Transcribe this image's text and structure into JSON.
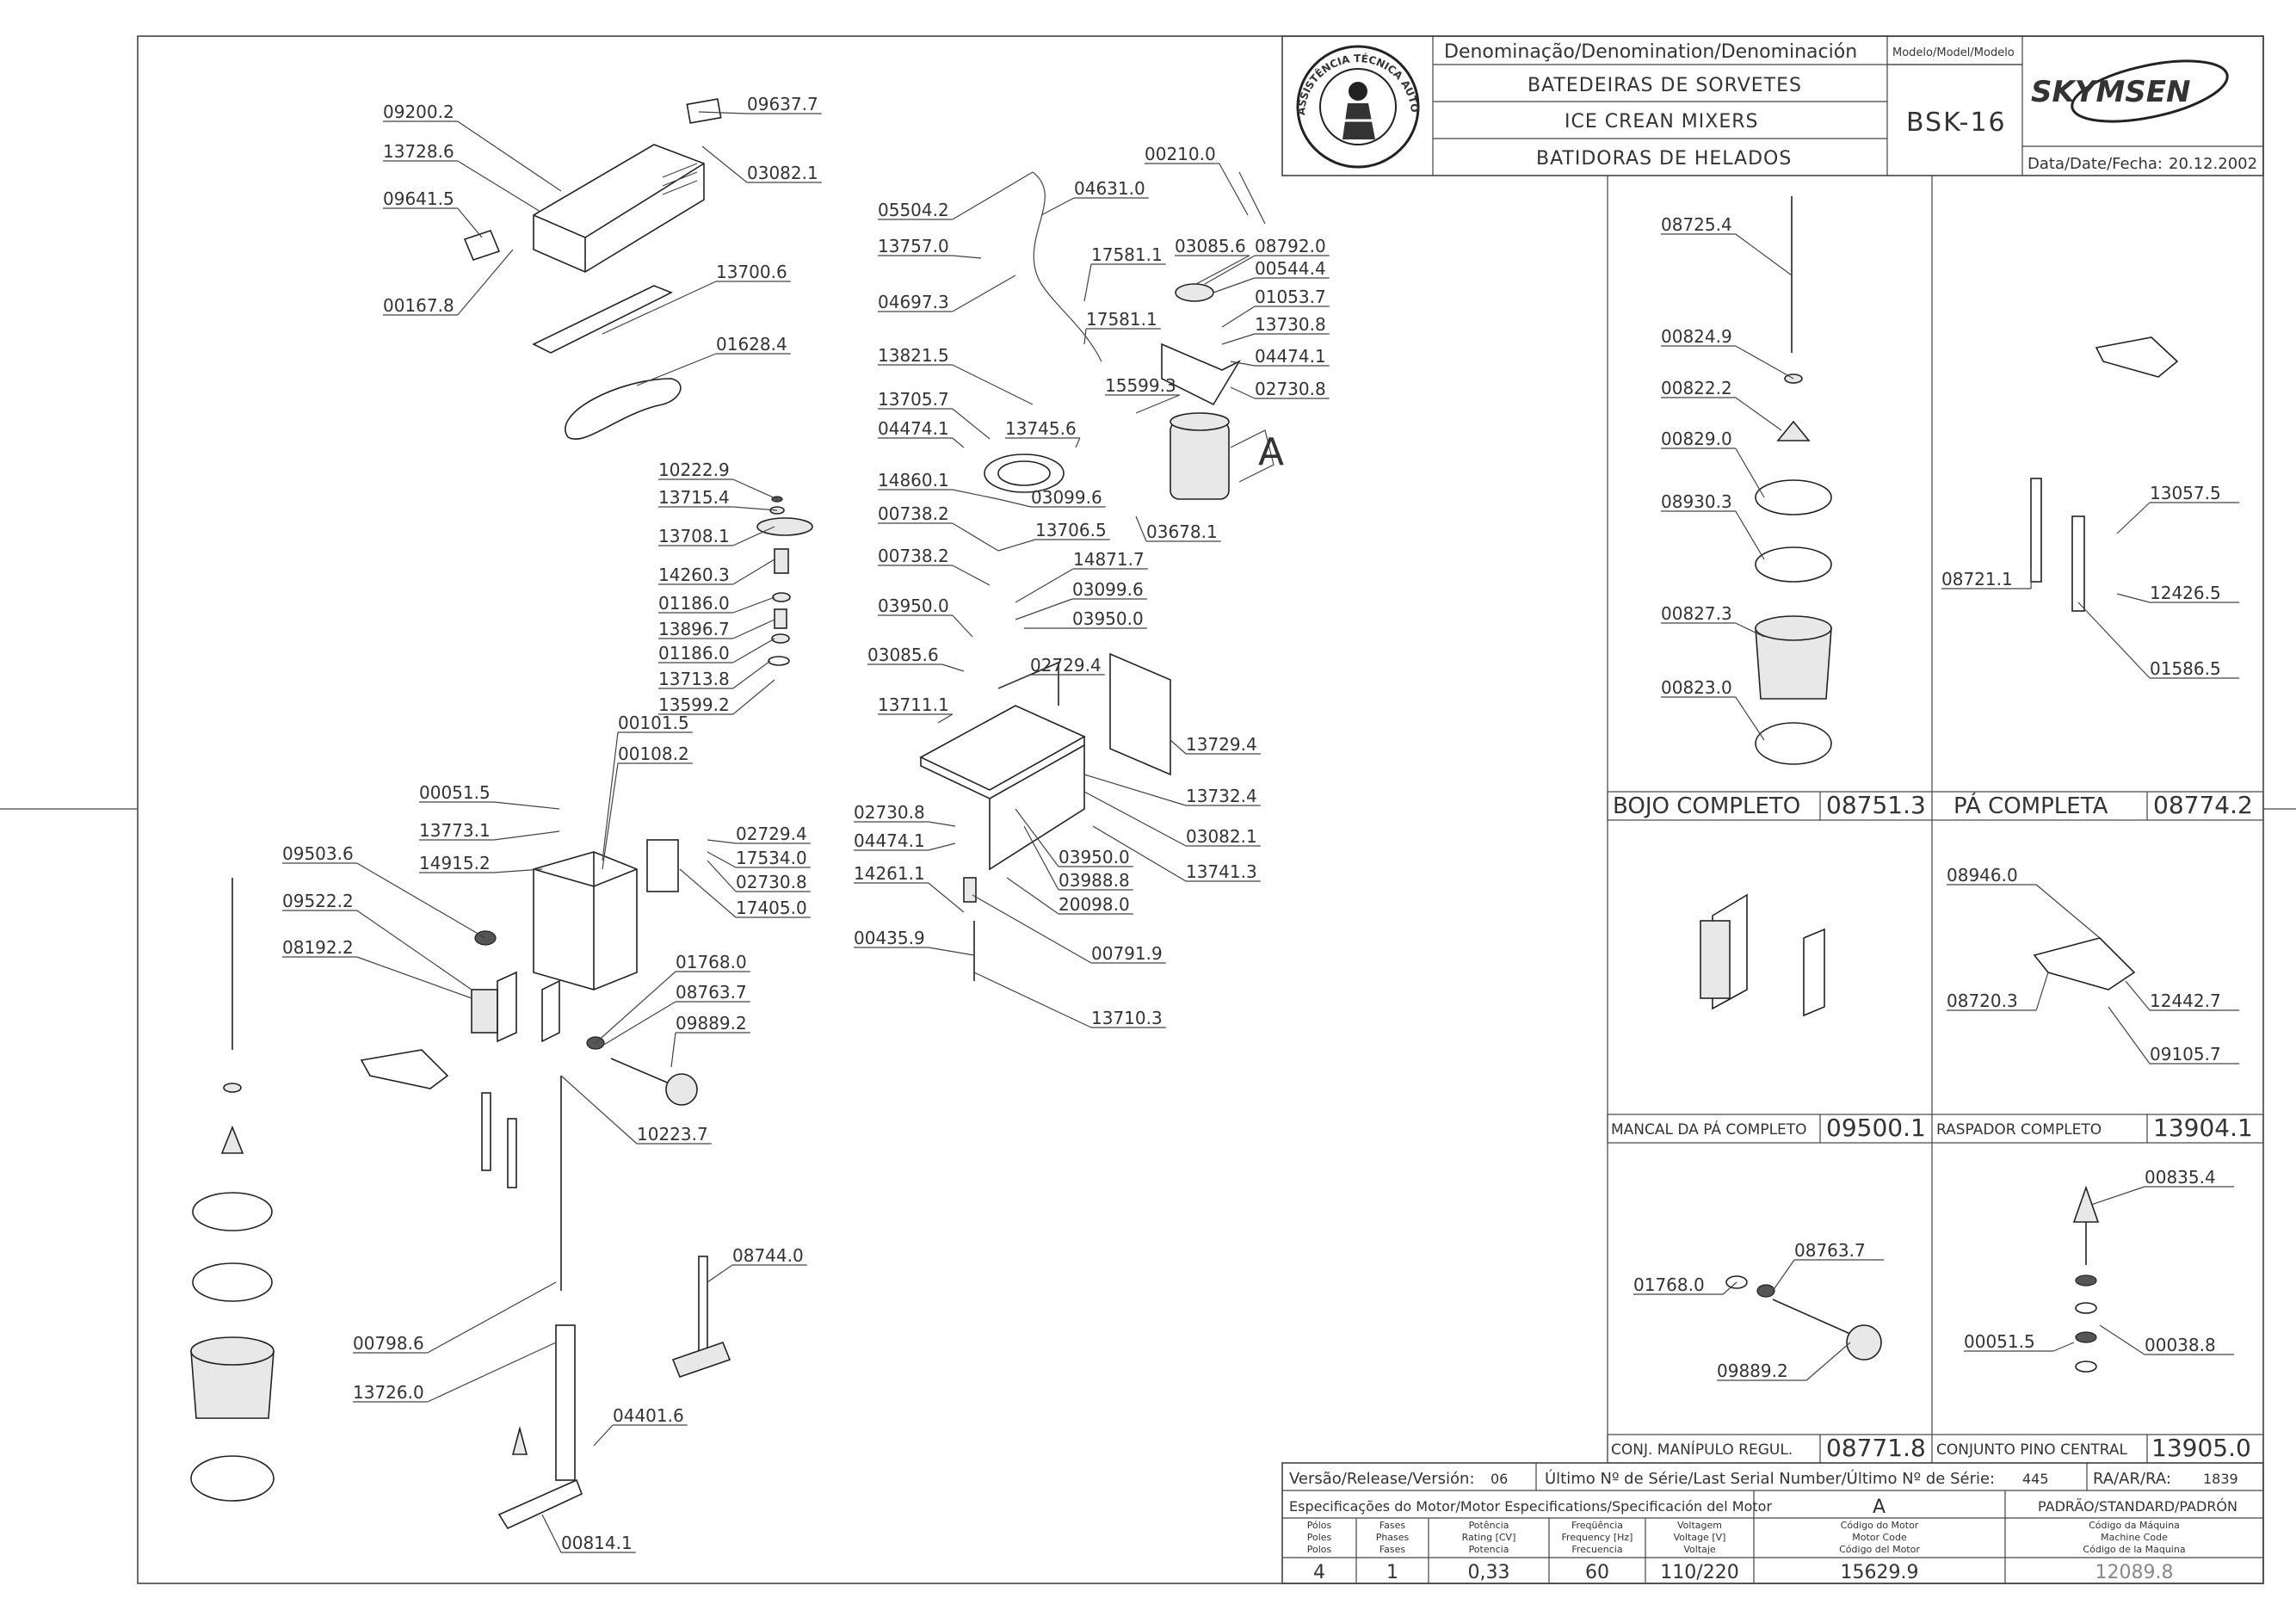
{
  "title_block": {
    "denomination_header": "Denominação/Denomination/Denominación",
    "name_pt": "BATEDEIRAS DE SORVETES",
    "name_en": "ICE CREAN MIXERS",
    "name_es": "BATIDORAS DE HELADOS",
    "model_header": "Modelo/Model/Modelo",
    "model": "BSK-16",
    "brand": "SKYMSEN",
    "seal_text": "ASSISTÊNCIA TÉCNICA AUTORIZADA",
    "date_label": "Data/Date/Fecha:",
    "date": "20.12.2002"
  },
  "release_block": {
    "version_label": "Versão/Release/Versión:",
    "version": "06",
    "serial_label": "Último Nº de Série/Last Serial Number/Último Nº de Série:",
    "serial": "445",
    "ra_label": "RA/AR/RA:",
    "ra": "1839",
    "motor_spec_label": "Especificações do Motor/Motor Especifications/Specificación del Motor",
    "motor_id": "A",
    "standard_label": "PADRÃO/STANDARD/PADRÓN",
    "poles_label": [
      "Pólos",
      "Poles",
      "Polos"
    ],
    "phases_label": [
      "Fases",
      "Phases",
      "Fases"
    ],
    "power_label": [
      "Potência",
      "Rating [CV]",
      "Potencia"
    ],
    "freq_label": [
      "Freqüência",
      "Frequency [Hz]",
      "Frecuencia"
    ],
    "voltage_label": [
      "Voltagem",
      "Voltage [V]",
      "Voltaje"
    ],
    "motor_code_label": [
      "Código do Motor",
      "Motor Code",
      "Código del Motor"
    ],
    "machine_code_label": [
      "Código da Máquina",
      "Machine Code",
      "Código de la Maquina"
    ],
    "poles": "4",
    "phases": "1",
    "power": "0,33",
    "frequency": "60",
    "voltage": "110/220",
    "motor_code": "15629.9",
    "machine_code": "12089.8"
  },
  "assemblies": [
    {
      "name": "BOJO COMPLETO",
      "code": "08751.3"
    },
    {
      "name": "PÁ COMPLETA",
      "code": "08774.2"
    },
    {
      "name": "MANCAL DA PÁ COMPLETO",
      "code": "09500.1"
    },
    {
      "name": "RASPADOR COMPLETO",
      "code": "13904.1"
    },
    {
      "name": "CONJ. MANÍPULO REGUL.",
      "code": "08771.8"
    },
    {
      "name": "CONJUNTO PINO CENTRAL",
      "code": "13905.0"
    }
  ],
  "motor_marker": "A",
  "part_labels": [
    {
      "id": "p1",
      "text": "09200.2"
    },
    {
      "id": "p2",
      "text": "09637.7"
    },
    {
      "id": "p3",
      "text": "13728.6"
    },
    {
      "id": "p4",
      "text": "03082.1"
    },
    {
      "id": "p5",
      "text": "09641.5"
    },
    {
      "id": "p6",
      "text": "00167.8"
    },
    {
      "id": "p7",
      "text": "13700.6"
    },
    {
      "id": "p8",
      "text": "01628.4"
    },
    {
      "id": "p9",
      "text": "10222.9"
    },
    {
      "id": "p10",
      "text": "13715.4"
    },
    {
      "id": "p11",
      "text": "13708.1"
    },
    {
      "id": "p12",
      "text": "14260.3"
    },
    {
      "id": "p13",
      "text": "01186.0"
    },
    {
      "id": "p14",
      "text": "13896.7"
    },
    {
      "id": "p15",
      "text": "01186.0"
    },
    {
      "id": "p16",
      "text": "13713.8"
    },
    {
      "id": "p17",
      "text": "13599.2"
    },
    {
      "id": "p18",
      "text": "00101.5"
    },
    {
      "id": "p19",
      "text": "00108.2"
    },
    {
      "id": "p20",
      "text": "00051.5"
    },
    {
      "id": "p21",
      "text": "13773.1"
    },
    {
      "id": "p22",
      "text": "14915.2"
    },
    {
      "id": "p23",
      "text": "02729.4"
    },
    {
      "id": "p24",
      "text": "17534.0"
    },
    {
      "id": "p25",
      "text": "02730.8"
    },
    {
      "id": "p26",
      "text": "17405.0"
    },
    {
      "id": "p27",
      "text": "09503.6"
    },
    {
      "id": "p28",
      "text": "09522.2"
    },
    {
      "id": "p29",
      "text": "08192.2"
    },
    {
      "id": "p30",
      "text": "01768.0"
    },
    {
      "id": "p31",
      "text": "08763.7"
    },
    {
      "id": "p32",
      "text": "09889.2"
    },
    {
      "id": "p33",
      "text": "10223.7"
    },
    {
      "id": "p34",
      "text": "08744.0"
    },
    {
      "id": "p35",
      "text": "00798.6"
    },
    {
      "id": "p36",
      "text": "13726.0"
    },
    {
      "id": "p37",
      "text": "04401.6"
    },
    {
      "id": "p38",
      "text": "00814.1"
    },
    {
      "id": "p39",
      "text": "00210.0"
    },
    {
      "id": "p40",
      "text": "05504.2"
    },
    {
      "id": "p41",
      "text": "04631.0"
    },
    {
      "id": "p42",
      "text": "13757.0"
    },
    {
      "id": "p43",
      "text": "17581.1"
    },
    {
      "id": "p44",
      "text": "03085.6"
    },
    {
      "id": "p45",
      "text": "08792.0"
    },
    {
      "id": "p46",
      "text": "00544.4"
    },
    {
      "id": "p47",
      "text": "04697.3"
    },
    {
      "id": "p48",
      "text": "17581.1"
    },
    {
      "id": "p49",
      "text": "01053.7"
    },
    {
      "id": "p50",
      "text": "13730.8"
    },
    {
      "id": "p51",
      "text": "13821.5"
    },
    {
      "id": "p52",
      "text": "04474.1"
    },
    {
      "id": "p53",
      "text": "15599.3"
    },
    {
      "id": "p54",
      "text": "02730.8"
    },
    {
      "id": "p55",
      "text": "13705.7"
    },
    {
      "id": "p56",
      "text": "04474.1"
    },
    {
      "id": "p57",
      "text": "13745.6"
    },
    {
      "id": "p58",
      "text": "14860.1"
    },
    {
      "id": "p59",
      "text": "03099.6"
    },
    {
      "id": "p60",
      "text": "00738.2"
    },
    {
      "id": "p61",
      "text": "03678.1"
    },
    {
      "id": "p62",
      "text": "13706.5"
    },
    {
      "id": "p63",
      "text": "00738.2"
    },
    {
      "id": "p64",
      "text": "14871.7"
    },
    {
      "id": "p65",
      "text": "03099.6"
    },
    {
      "id": "p66",
      "text": "03950.0"
    },
    {
      "id": "p67",
      "text": "03950.0"
    },
    {
      "id": "p68",
      "text": "03085.6"
    },
    {
      "id": "p69",
      "text": "02729.4"
    },
    {
      "id": "p70",
      "text": "13711.1"
    },
    {
      "id": "p71",
      "text": "13729.4"
    },
    {
      "id": "p72",
      "text": "13732.4"
    },
    {
      "id": "p73",
      "text": "02730.8"
    },
    {
      "id": "p74",
      "text": "03082.1"
    },
    {
      "id": "p75",
      "text": "04474.1"
    },
    {
      "id": "p76",
      "text": "03950.0"
    },
    {
      "id": "p77",
      "text": "13741.3"
    },
    {
      "id": "p78",
      "text": "03988.8"
    },
    {
      "id": "p79",
      "text": "14261.1"
    },
    {
      "id": "p80",
      "text": "20098.0"
    },
    {
      "id": "p81",
      "text": "00435.9"
    },
    {
      "id": "p82",
      "text": "00791.9"
    },
    {
      "id": "p83",
      "text": "13710.3"
    },
    {
      "id": "p84",
      "text": "08725.4"
    },
    {
      "id": "p85",
      "text": "00824.9"
    },
    {
      "id": "p86",
      "text": "00822.2"
    },
    {
      "id": "p87",
      "text": "00829.0"
    },
    {
      "id": "p88",
      "text": "08930.3"
    },
    {
      "id": "p89",
      "text": "00827.3"
    },
    {
      "id": "p90",
      "text": "00823.0"
    },
    {
      "id": "p91",
      "text": "13057.5"
    },
    {
      "id": "p92",
      "text": "08721.1"
    },
    {
      "id": "p93",
      "text": "12426.5"
    },
    {
      "id": "p94",
      "text": "01586.5"
    },
    {
      "id": "p95",
      "text": "08946.0"
    },
    {
      "id": "p96",
      "text": "08720.3"
    },
    {
      "id": "p97",
      "text": "12442.7"
    },
    {
      "id": "p98",
      "text": "09105.7"
    },
    {
      "id": "p99",
      "text": "00835.4"
    },
    {
      "id": "p100",
      "text": "08763.7"
    },
    {
      "id": "p101",
      "text": "01768.0"
    },
    {
      "id": "p102",
      "text": "00051.5"
    },
    {
      "id": "p103",
      "text": "00038.8"
    },
    {
      "id": "p104",
      "text": "09889.2"
    }
  ]
}
